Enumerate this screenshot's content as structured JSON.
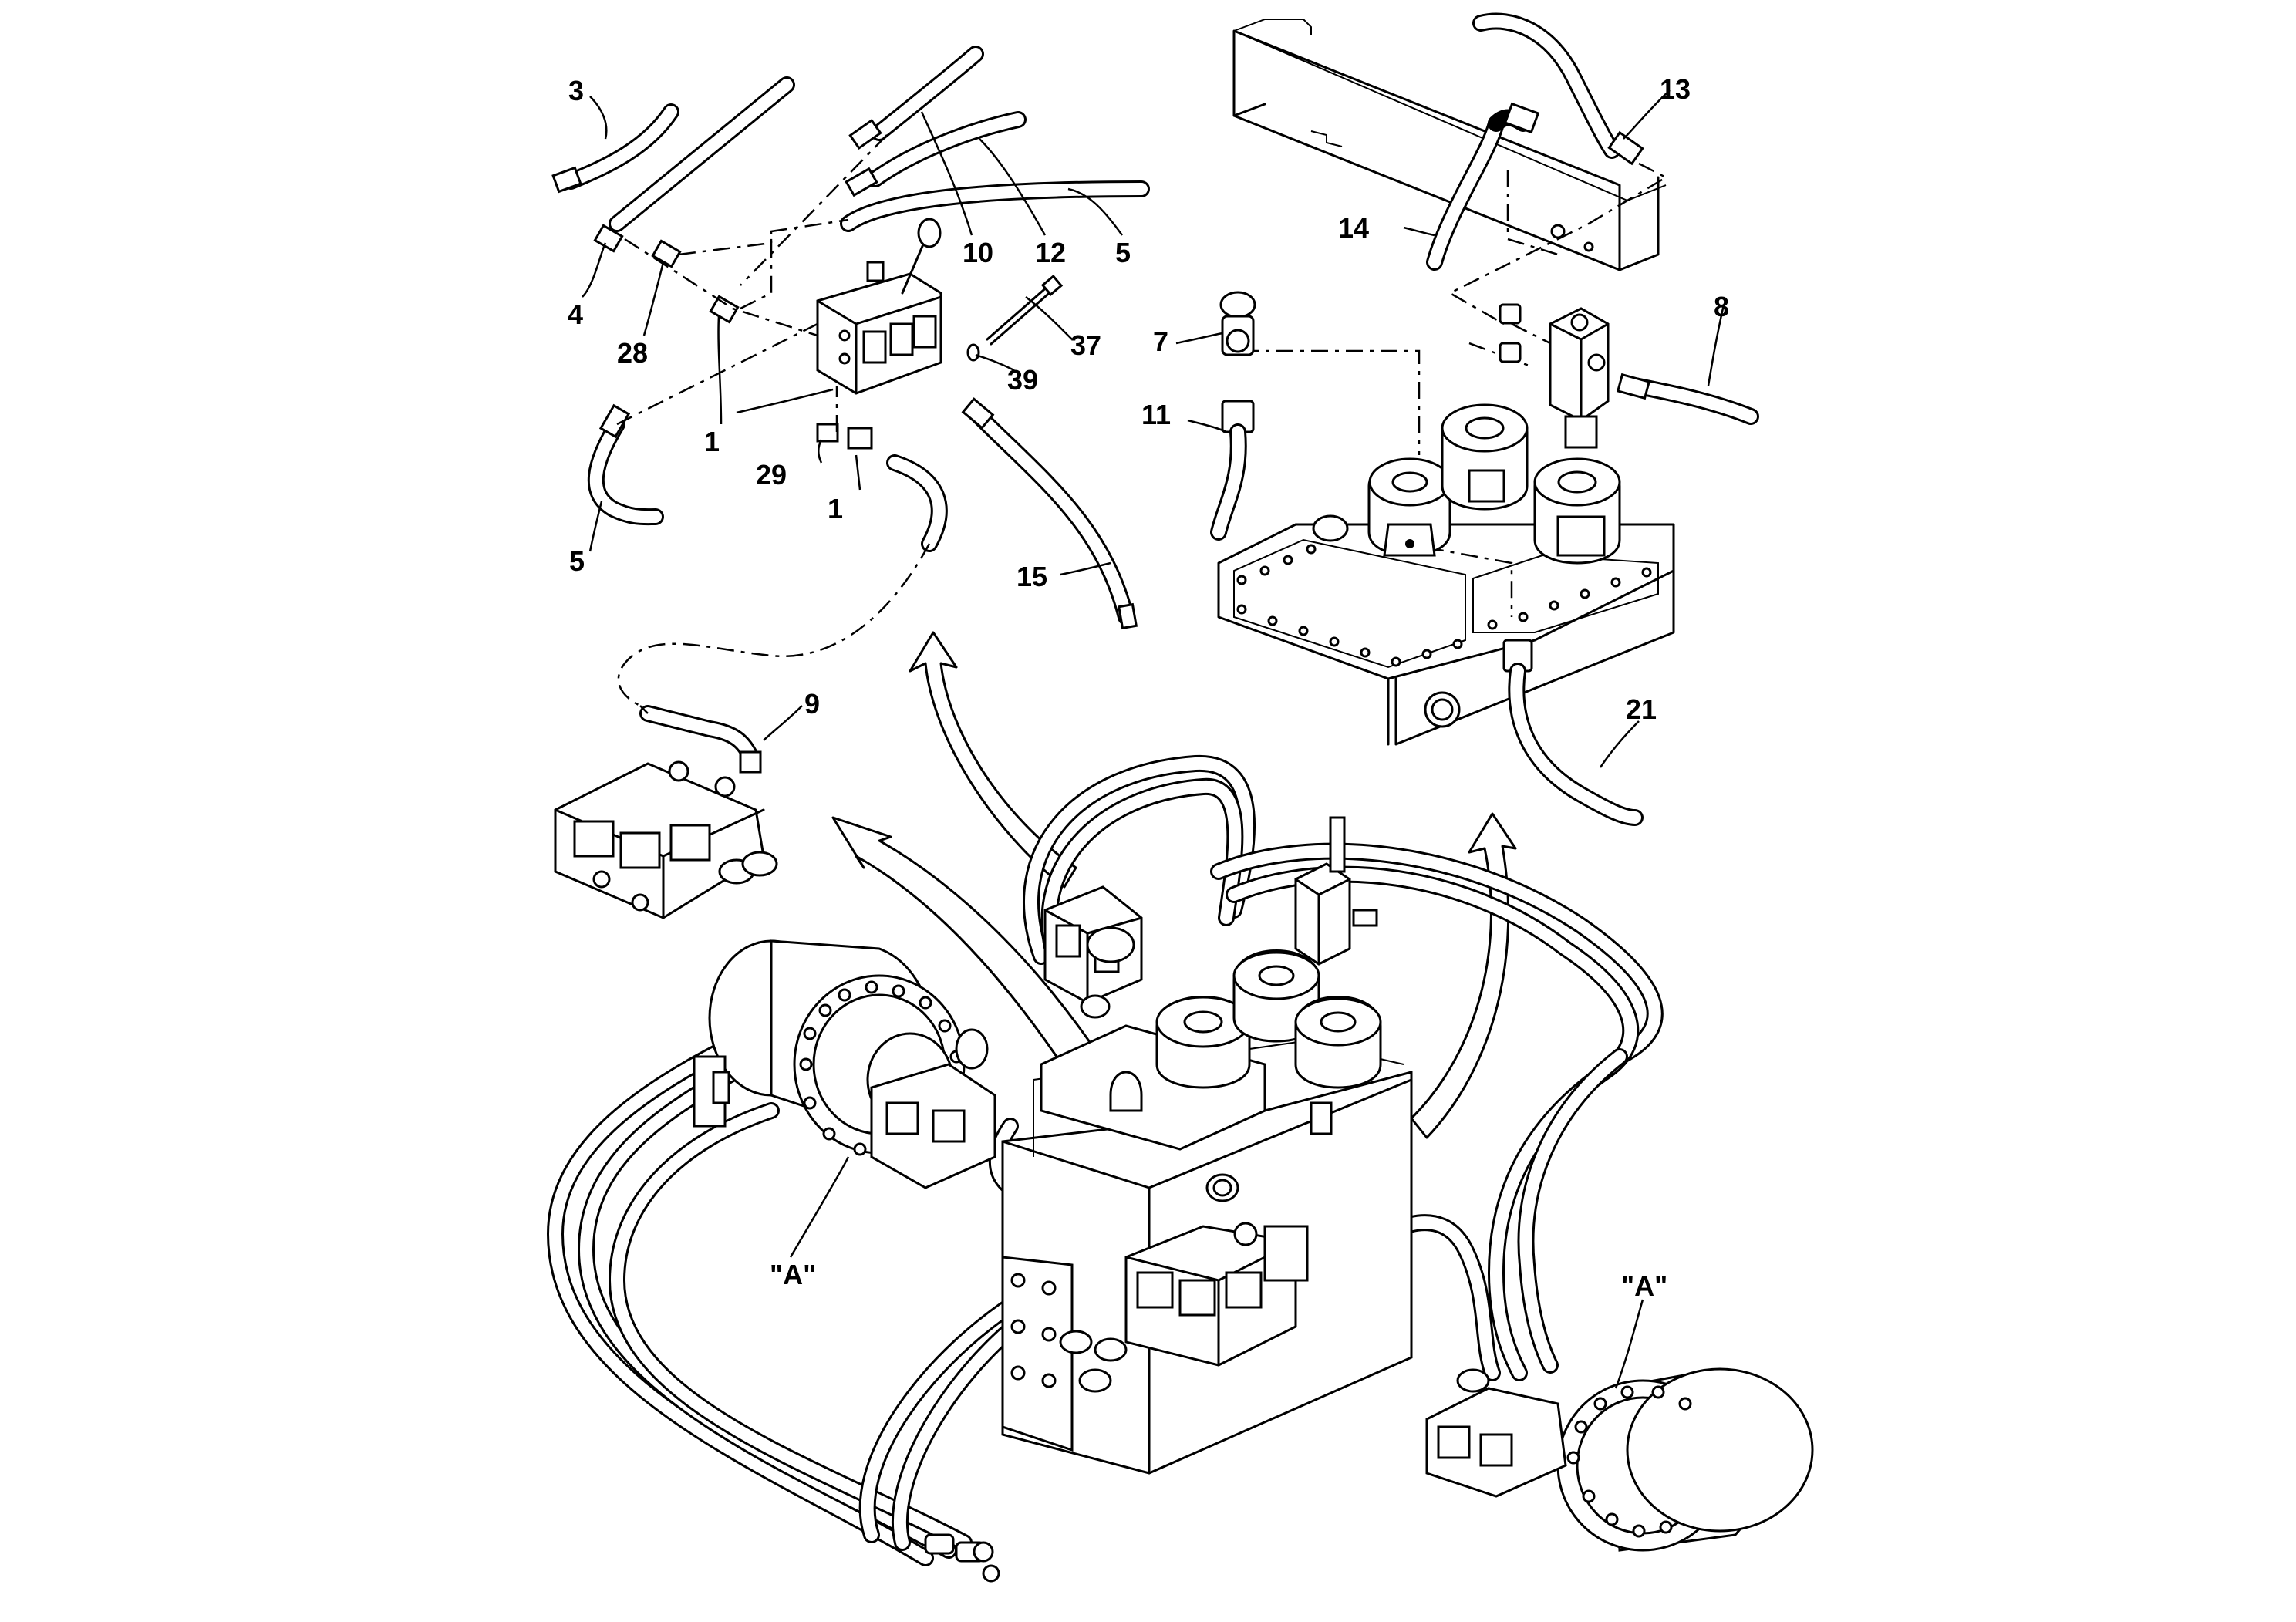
{
  "figure": {
    "callouts": [
      {
        "id": "c3",
        "text": "3"
      },
      {
        "id": "c4",
        "text": "4"
      },
      {
        "id": "c28",
        "text": "28"
      },
      {
        "id": "c1a",
        "text": "1"
      },
      {
        "id": "c29",
        "text": "29"
      },
      {
        "id": "c1b",
        "text": "1"
      },
      {
        "id": "c5a",
        "text": "5"
      },
      {
        "id": "c10",
        "text": "10"
      },
      {
        "id": "c12",
        "text": "12"
      },
      {
        "id": "c5b",
        "text": "5"
      },
      {
        "id": "c37",
        "text": "37"
      },
      {
        "id": "c39",
        "text": "39"
      },
      {
        "id": "c15",
        "text": "15"
      },
      {
        "id": "c9",
        "text": "9"
      },
      {
        "id": "c13",
        "text": "13"
      },
      {
        "id": "c14",
        "text": "14"
      },
      {
        "id": "c8",
        "text": "8"
      },
      {
        "id": "c7",
        "text": "7"
      },
      {
        "id": "c11",
        "text": "11"
      },
      {
        "id": "c21",
        "text": "21"
      },
      {
        "id": "cA1",
        "text": "\"A\""
      },
      {
        "id": "cA2",
        "text": "\"A\""
      }
    ]
  }
}
